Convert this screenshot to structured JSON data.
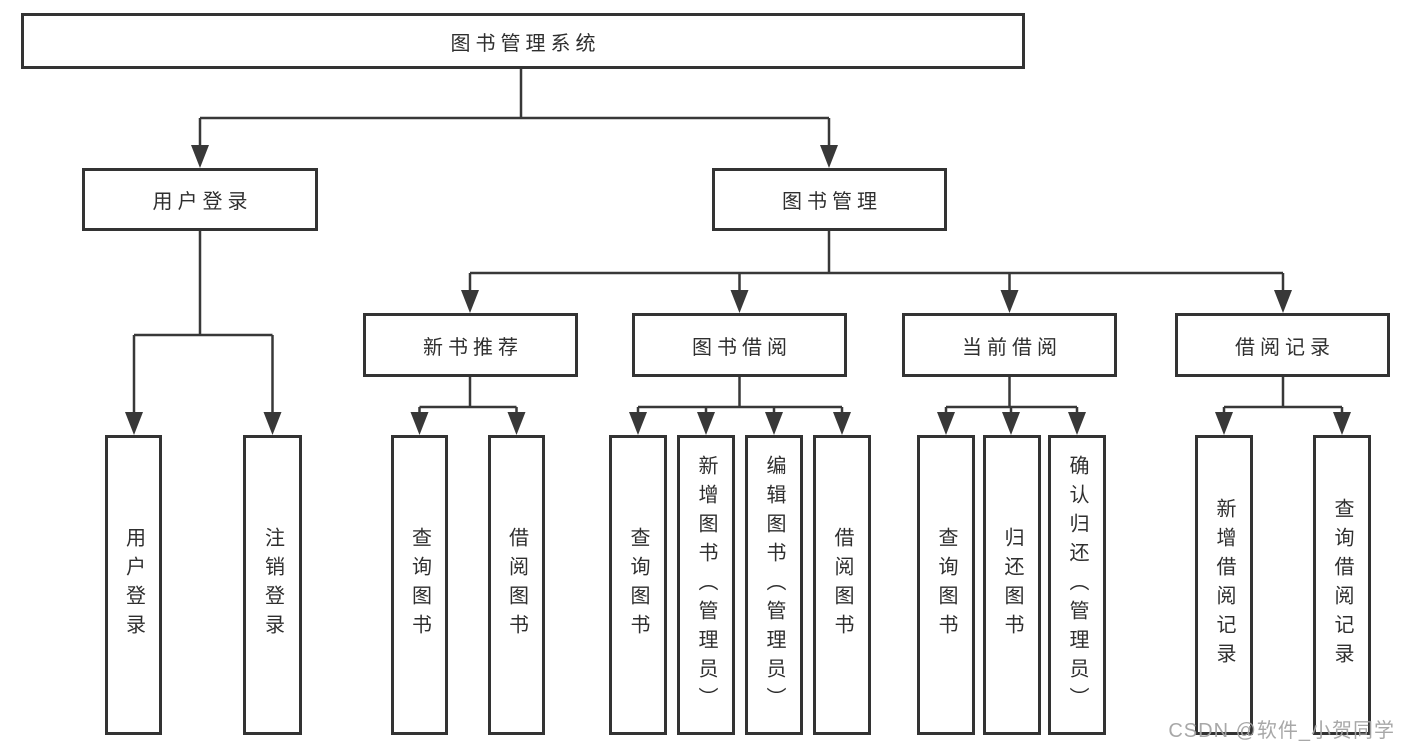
{
  "tree": {
    "label": "图书管理系统",
    "children": [
      {
        "label": "用户登录",
        "children": [
          {
            "label": "用户登录"
          },
          {
            "label": "注销登录"
          }
        ]
      },
      {
        "label": "图书管理",
        "children": [
          {
            "label": "新书推荐",
            "children": [
              {
                "label": "查询图书"
              },
              {
                "label": "借阅图书"
              }
            ]
          },
          {
            "label": "图书借阅",
            "children": [
              {
                "label": "查询图书"
              },
              {
                "label": "新增图书（管理员）"
              },
              {
                "label": "编辑图书（管理员）"
              },
              {
                "label": "借阅图书"
              }
            ]
          },
          {
            "label": "当前借阅",
            "children": [
              {
                "label": "查询图书"
              },
              {
                "label": "归还图书"
              },
              {
                "label": "确认归还（管理员）"
              }
            ]
          },
          {
            "label": "借阅记录",
            "children": [
              {
                "label": "新增借阅记录"
              },
              {
                "label": "查询借阅记录"
              }
            ]
          }
        ]
      }
    ]
  },
  "watermark": {
    "text": "CSDN @软件_小贺同学"
  },
  "colors": {
    "line": "#383838",
    "box_border": "#333333",
    "text": "#2f2f2f",
    "watermark": "#a3a3a3",
    "background": "#ffffff"
  }
}
